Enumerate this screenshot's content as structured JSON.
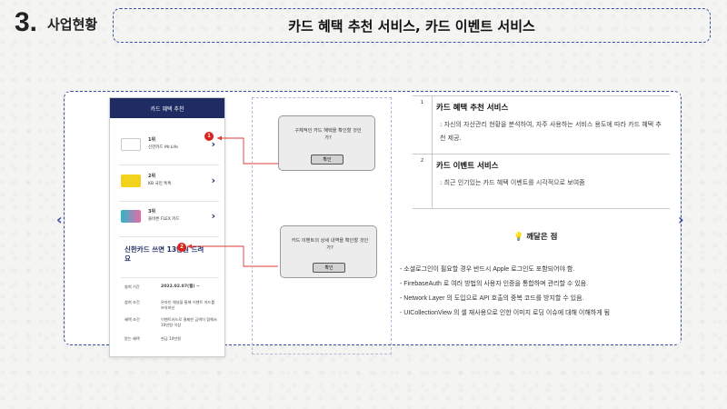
{
  "header": {
    "section_number": "3.",
    "section_title": "사업현황",
    "main_title": "카드 혜택 추천 서비스, 카드 이벤트 서비스"
  },
  "phone": {
    "title": "카드 혜택 추천",
    "cards": [
      {
        "rank": "1위",
        "name": "신한카드 Mr.Life",
        "color": "#ffffff"
      },
      {
        "rank": "2위",
        "name": "KB 국민 톡톡",
        "color": "#f2d21a"
      },
      {
        "rank": "3위",
        "name": "올바른 FLEX 카드",
        "color": "#2cb6c9"
      }
    ],
    "promo_title": "신한카드 쓰면 13만원 드려요",
    "info": [
      {
        "label": "참여 기간",
        "value": "2022.02.07(월) ~"
      },
      {
        "label": "참여 조건",
        "value": "온라인 채널을 통해 이벤트 카드를 보유하신"
      },
      {
        "label": "혜택 조건",
        "value": "이벤트카드로 결제한 금액이 합해서 10만원 이상"
      },
      {
        "label": "받는 혜택",
        "value": "현금 10만원"
      }
    ]
  },
  "badges": [
    "1",
    "2"
  ],
  "dialogs": [
    {
      "text": "구체적인 카드 혜택을 확인할 것인가?",
      "button": "확인"
    },
    {
      "text": "카드 이벤트의 상세 내역을 확인할 것인가?",
      "button": "확인"
    }
  ],
  "descriptions": [
    {
      "num": "1",
      "title": "카드 혜택 추천 서비스",
      "body": ": 자신의 자산관리 현황을 분석하여, 자주 사용하는 서비스 용도에 따라 카드 혜택 추천 제공."
    },
    {
      "num": "2",
      "title": "카드 이벤트 서비스",
      "body": ": 최근 인기있는 카드 혜택 이벤트를 시각적으로 보여줌"
    }
  ],
  "realized": {
    "title": "깨달은 점",
    "items": [
      "- 소셜로그인이 필요할 경우 반드시 Apple 로그인도 포함되어야 함.",
      "- FirebaseAuth 로 여러 방법의 사용자 인증을 통합하며 관리할 수 있음.",
      "- Network Layer 의 도입으로 API 호출의 중복 코드를 방지할 수 있음.",
      "- UICollectionView 의 셀 재사용으로 인한 이미지 로딩 이슈에 대해 이해하게 됨"
    ]
  },
  "colors": {
    "accent": "#3a4fa8",
    "phone_header": "#1f2c63",
    "badge": "#d9231c"
  }
}
